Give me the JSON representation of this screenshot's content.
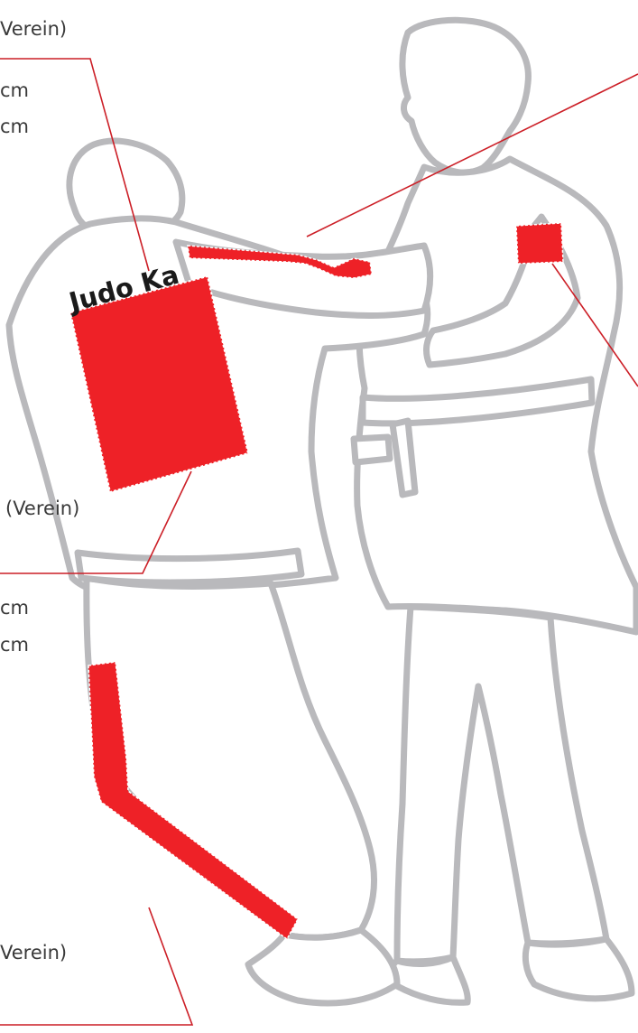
{
  "colors": {
    "outline": "#b9b9bc",
    "gi_fill": "#ffffff",
    "accent": "#ee2127",
    "leader": "#cc1f27",
    "text": "#3a3a3a",
    "back_text": "#1a1a1a"
  },
  "labels": {
    "top_left": "Verein)",
    "top_left_cm_1": "cm",
    "top_left_cm_2": "cm",
    "mid_verein": "(Verein)",
    "mid_cm_1": "cm",
    "mid_cm_2": "cm",
    "bottom_verein": "Verein)"
  },
  "back_text": "Judo Ka",
  "figures": {
    "left_figure": "judoka-from-behind",
    "right_figure": "judoka-front"
  },
  "patches": [
    "back-patch",
    "sleeve-stripe",
    "trouser-stripe",
    "arm-patch"
  ]
}
